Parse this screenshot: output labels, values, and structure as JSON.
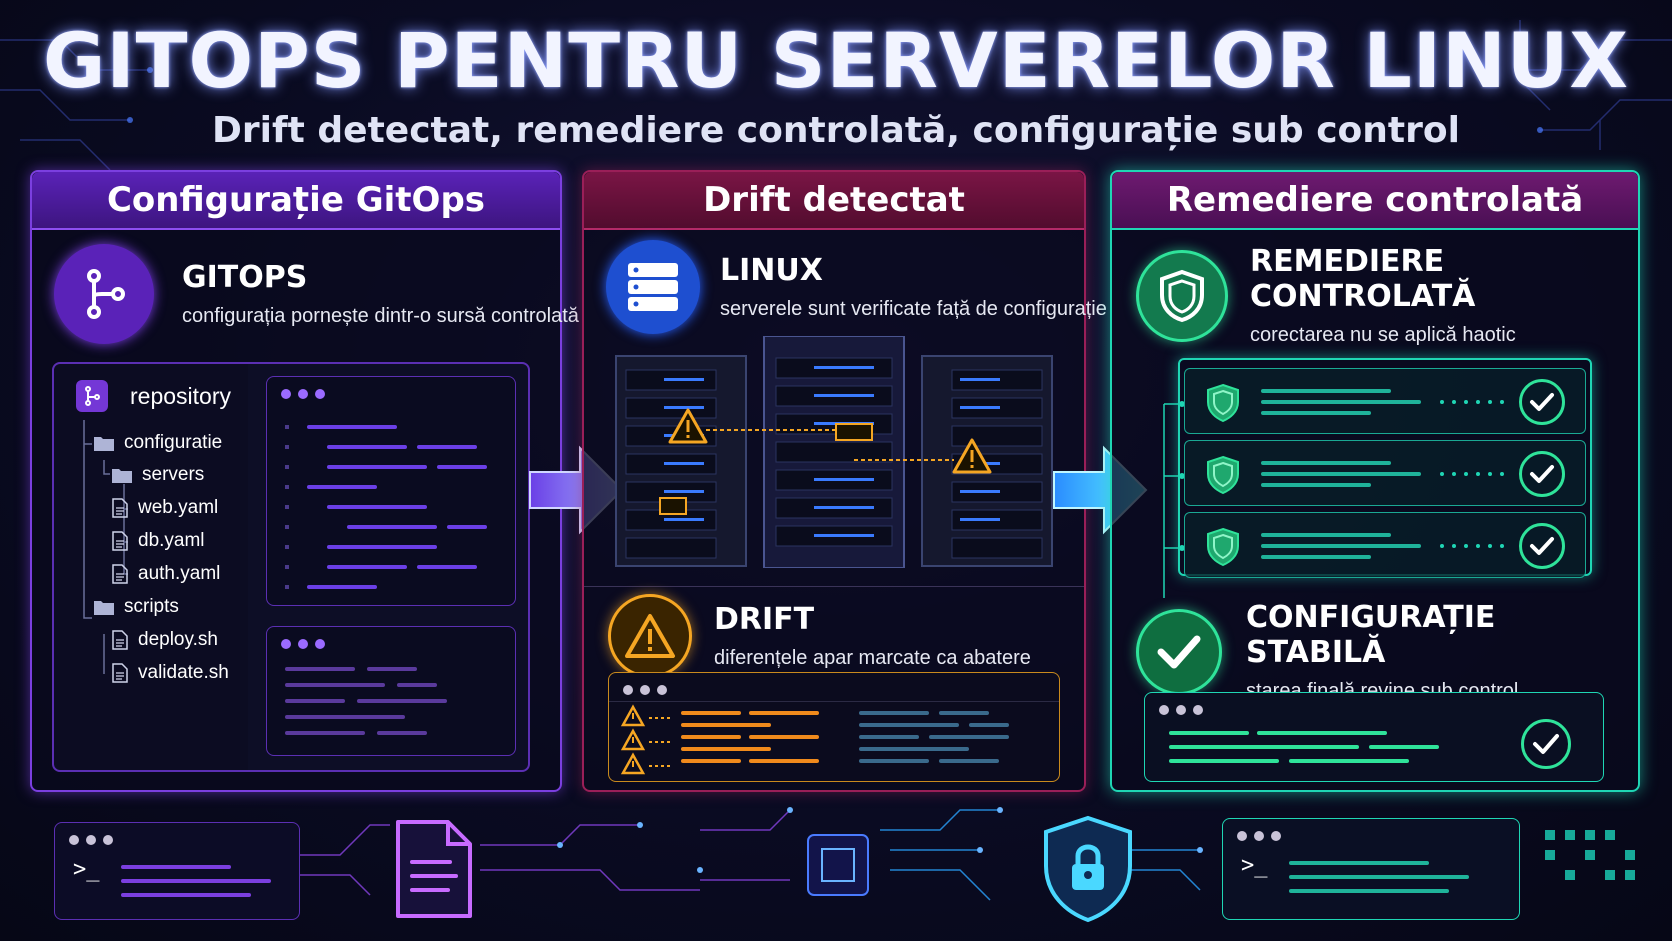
{
  "header": {
    "title": "GITOPS PENTRU SERVERELOR LINUX",
    "subtitle": "Drift detectat, remediere controlată, configurație sub control"
  },
  "panels": [
    {
      "title": "Configurație GitOps",
      "feature": {
        "icon": "git-branch-icon",
        "title": "GITOPS",
        "desc": "configurația pornește dintr-o sursă controlată"
      },
      "repo": {
        "label": "repository",
        "tree": [
          "configuratie",
          "servers",
          "web.yaml",
          "db.yaml",
          "auth.yaml",
          "scripts",
          "deploy.sh",
          "validate.sh"
        ]
      }
    },
    {
      "title": "Drift detectat",
      "feature": {
        "icon": "server-icon",
        "title": "LINUX",
        "desc": "serverele sunt verificate față de configurație"
      },
      "drift": {
        "icon": "warning-icon",
        "title": "DRIFT",
        "desc": "diferențele apar marcate ca abatere"
      }
    },
    {
      "title": "Remediere controlată",
      "feature": {
        "icon": "shield-icon",
        "title": "REMEDIERE CONTROLATĂ",
        "desc": "corectarea nu se aplică haotic"
      },
      "stable": {
        "icon": "check-icon",
        "title": "CONFIGURAȚIE STABILĂ",
        "desc": "starea finală revine sub control"
      }
    }
  ],
  "footer": {
    "terminal_prompt": ">_"
  },
  "colors": {
    "purple": "#7b3fe0",
    "magenta": "#9a1f58",
    "teal": "#1fd6b4",
    "warning": "#f5a623",
    "green": "#2fe39a"
  }
}
